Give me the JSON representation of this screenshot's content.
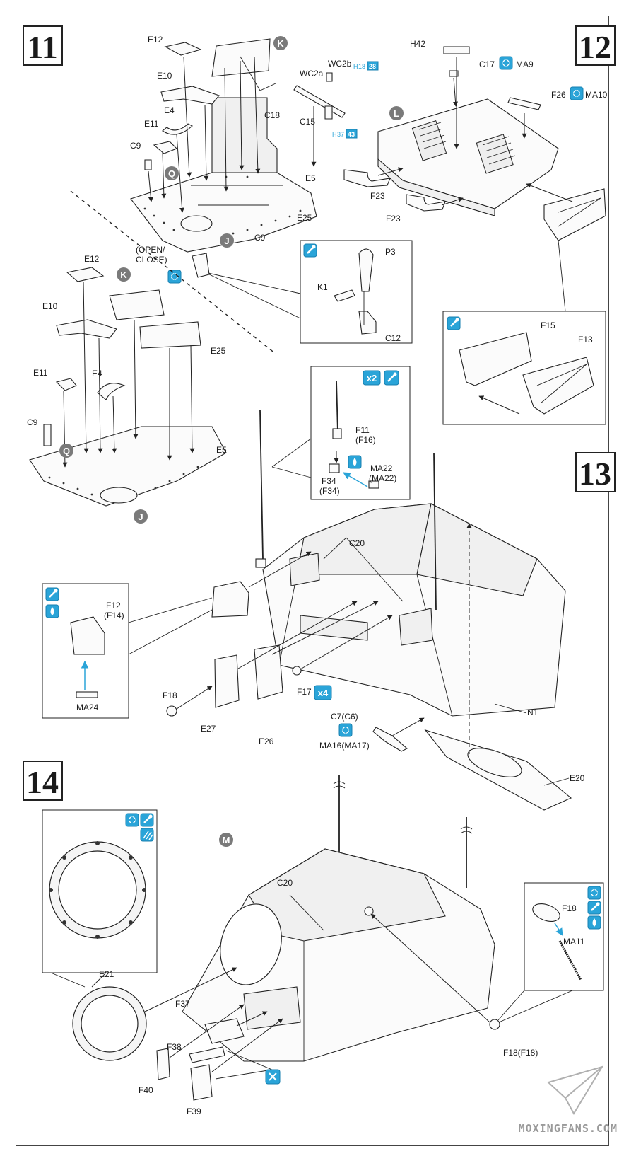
{
  "steps": {
    "s11": "11",
    "s12": "12",
    "s13": "13",
    "s14": "14"
  },
  "labels": {
    "e12a": "E12",
    "e10a": "E10",
    "e4a": "E4",
    "e11a": "E11",
    "c9a": "C9",
    "c18": "C18",
    "c15": "C15",
    "wc2a": "WC2a",
    "wc2b": "WC2b",
    "h18": "H",
    "h18n": "18",
    "h18b": "28",
    "h37": "H",
    "h37n": "37",
    "h37b": "43",
    "e5a": "E5",
    "e25a": "E25",
    "c9b": "C9",
    "open": "(OPEN/",
    "close": "CLOSE)",
    "p3": "P3",
    "k1": "K1",
    "c12": "C12",
    "e12b": "E12",
    "e10b": "E10",
    "e25b": "E25",
    "e11b": "E11",
    "e4b": "E4",
    "c9c": "C9",
    "e5b": "E5",
    "h42": "H42",
    "c17": "C17",
    "ma9": "MA9",
    "f26": "F26",
    "ma10": "MA10",
    "f23a": "F23",
    "f23b": "F23",
    "f15": "F15",
    "f13": "F13",
    "x2": "x2",
    "f11": "F11",
    "f16": "(F16)",
    "ma22": "MA22",
    "ma22b": "(MA22)",
    "f34": "F34",
    "f34b": "(F34)",
    "c20a": "C20",
    "f12": "F12",
    "f14": "(F14)",
    "ma24": "MA24",
    "f18a": "F18",
    "e27": "E27",
    "e26": "E26",
    "f17": "F17",
    "x4": "x4",
    "c7": "C7(C6)",
    "ma16": "MA16(MA17)",
    "n1": "N1",
    "e20": "E20",
    "c20b": "C20",
    "e21": "E21",
    "f37": "F37",
    "f38": "F38",
    "f39": "F39",
    "f40": "F40",
    "f18b": "F18",
    "ma11": "MA11",
    "f18c": "F18(F18)"
  },
  "callouts": {
    "K": "K",
    "Q": "Q",
    "J": "J",
    "L": "L",
    "M": "M"
  },
  "watermark": "MOXINGFANS.COM",
  "colors": {
    "accent": "#2aa4d8",
    "ink": "#1a1a1a",
    "callout": "#7a7a7a"
  }
}
